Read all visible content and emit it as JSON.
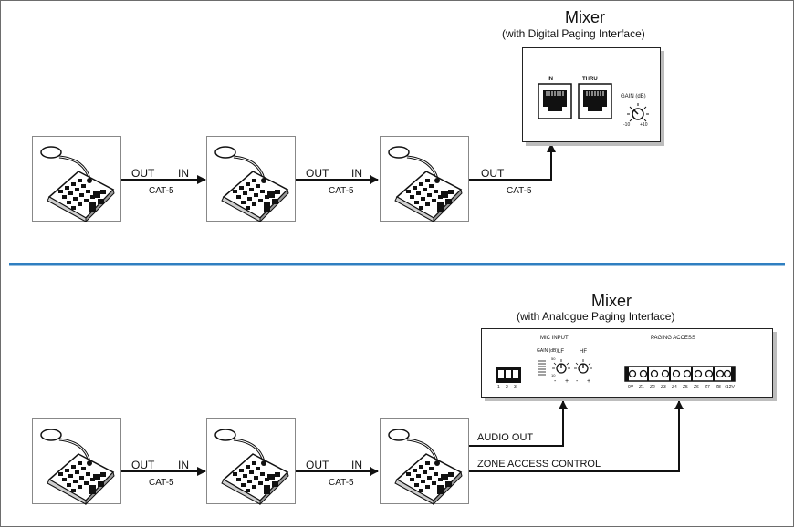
{
  "top": {
    "mixer_title": "Mixer",
    "mixer_subtitle": "(with Digital Paging Interface)",
    "panel": {
      "in_label": "IN",
      "thru_label": "THRU",
      "gain_label": "GAIN (dB)",
      "gain_min": "-10",
      "gain_max": "+10"
    },
    "link1": {
      "out": "OUT",
      "in": "IN",
      "cable": "CAT-5"
    },
    "link2": {
      "out": "OUT",
      "in": "IN",
      "cable": "CAT-5"
    },
    "link3": {
      "out": "OUT",
      "cable": "CAT-5"
    }
  },
  "divider_color": "#2f7fc1",
  "bottom": {
    "mixer_title": "Mixer",
    "mixer_subtitle": "(with Analogue Paging Interface)",
    "panel": {
      "mic_input_label": "MIC INPUT",
      "paging_access_label": "PAGING ACCESS",
      "gain_label": "GAIN (dB)",
      "gain_scale": [
        "50",
        "10"
      ],
      "lf_label": "LF",
      "hf_label": "HF",
      "minus": "-",
      "plus": "+",
      "mic_pins": [
        "1",
        "2",
        "3"
      ],
      "terminals": [
        "0V",
        "Z1",
        "Z2",
        "Z3",
        "Z4",
        "Z5",
        "Z6",
        "Z7",
        "Z8",
        "+12V"
      ]
    },
    "link1": {
      "out": "OUT",
      "in": "IN",
      "cable": "CAT-5"
    },
    "link2": {
      "out": "OUT",
      "in": "IN",
      "cable": "CAT-5"
    },
    "audio_out": "AUDIO OUT",
    "zone_access": "ZONE ACCESS CONTROL"
  }
}
